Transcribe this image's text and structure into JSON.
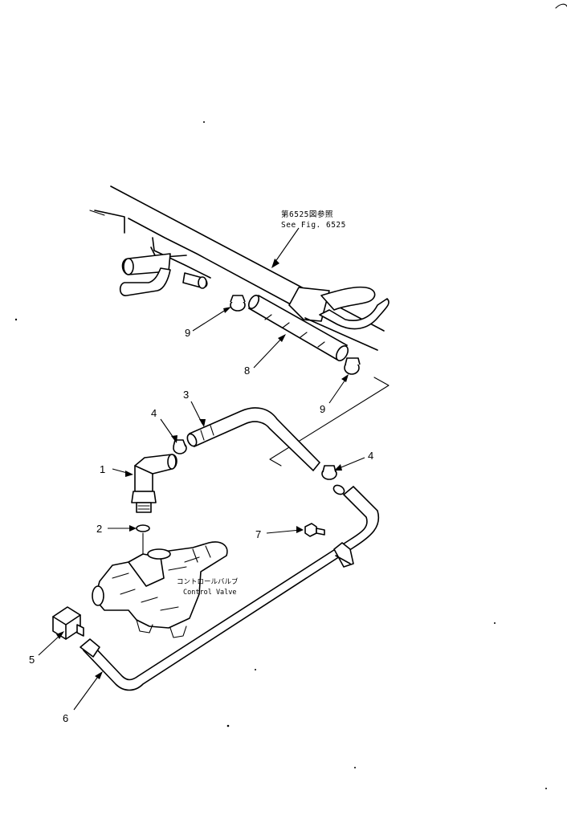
{
  "reference": {
    "jp": "第6525図参照",
    "en": "See Fig. 6525"
  },
  "control_valve": {
    "jp": "コントロールバルブ",
    "en": "Control Valve"
  },
  "callouts": {
    "c1": "1",
    "c2": "2",
    "c3": "3",
    "c4a": "4",
    "c4b": "4",
    "c5": "5",
    "c6": "6",
    "c7": "7",
    "c8": "8",
    "c9a": "9",
    "c9b": "9"
  }
}
